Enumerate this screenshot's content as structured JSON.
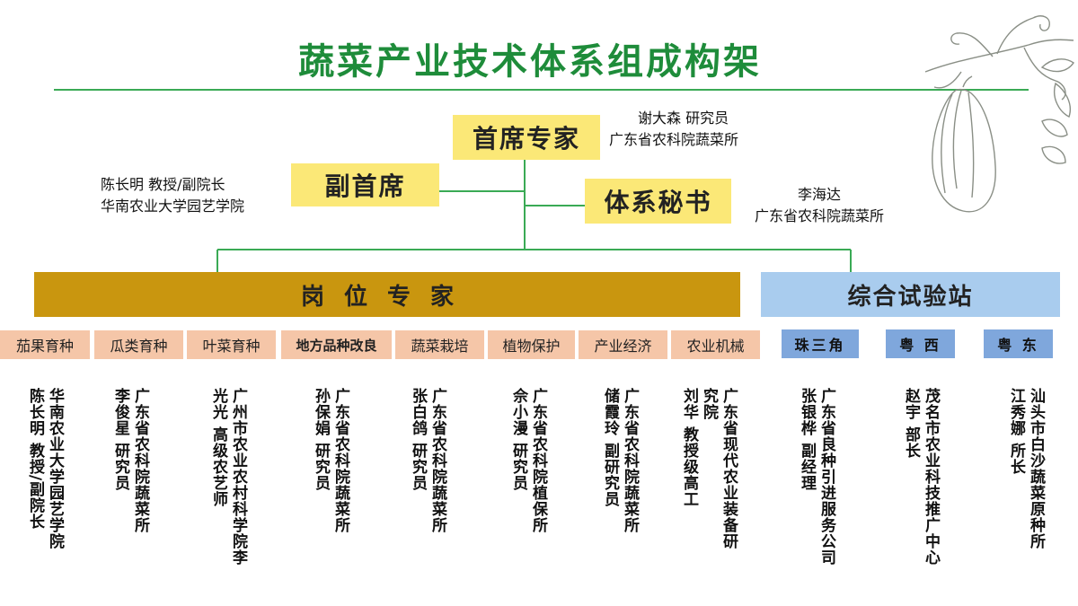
{
  "title": "蔬菜产业技术体系组成构架",
  "chief": {
    "label": "首席专家",
    "name": "谢大森  研究员",
    "org": "广东省农科院蔬菜所"
  },
  "deputy": {
    "label": "副首席",
    "name": "陈长明 教授/副院长",
    "org": "华南农业大学园艺学院"
  },
  "secretary": {
    "label": "体系秘书",
    "name": "李海达",
    "org": "广东省农科院蔬菜所"
  },
  "post_experts": {
    "label": "岗位专家",
    "categories": [
      {
        "label": "茄果育种",
        "lines": [
          "华南农业大学园艺学院",
          "陈长明  教授/副院长"
        ]
      },
      {
        "label": "瓜类育种",
        "lines": [
          "广东省农科院蔬菜所",
          "李俊星  研究员"
        ]
      },
      {
        "label": "叶菜育种",
        "lines": [
          "广州市农业农村科学院李",
          "光光  高级农艺师"
        ]
      },
      {
        "label": "地方品种改良",
        "lines": [
          "广东省农科院蔬菜所",
          "孙保娟  研究员"
        ]
      },
      {
        "label": "蔬菜栽培",
        "lines": [
          "广东省农科院蔬菜所",
          "张白鸽  研究员"
        ]
      },
      {
        "label": "植物保护",
        "lines": [
          "广东省农科院植保所",
          "佘小漫  研究员"
        ]
      },
      {
        "label": "产业经济",
        "lines": [
          "广东省农科院蔬菜所",
          "储霞玲  副研究员"
        ]
      },
      {
        "label": "农业机械",
        "lines": [
          "广东省现代农业装备研",
          "究院",
          "刘华  教授级高工"
        ]
      }
    ]
  },
  "stations": {
    "label": "综合试验站",
    "regions": [
      {
        "label": "珠三角",
        "lines": [
          "广东省良种引进服务公司",
          "张银桦  副经理"
        ]
      },
      {
        "label": "粤 西",
        "lines": [
          "茂名市农业科技推广中心",
          "赵宇  部长"
        ]
      },
      {
        "label": "粤 东",
        "lines": [
          "汕头市白沙蔬菜原种所",
          "江秀娜  所长"
        ]
      }
    ]
  },
  "colors": {
    "title": "#1e8c3a",
    "line": "#3aaa55",
    "yellow_box": "#fbe877",
    "gold_bar": "#c9960f",
    "blue_bar": "#a9ccee",
    "category": "#f5c6a8",
    "region": "#7fa7dc"
  },
  "icons": [
    "pumpkin-vine-illustration"
  ]
}
